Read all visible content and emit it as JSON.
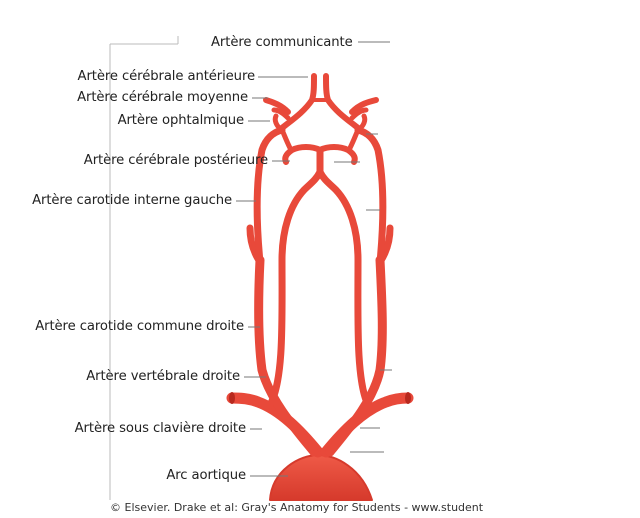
{
  "diagram": {
    "labels": {
      "communicating": "Artère communicante",
      "anterior_cerebral": "Artère cérébrale antérieure",
      "middle_cerebral": "Artère cérébrale moyenne",
      "ophthalmic": "Artère ophtalmique",
      "posterior_cerebral": "Artère cérébrale postérieure",
      "left_internal_carotid": "Artère carotide interne gauche",
      "right_common_carotid": "Artère carotide commune droite",
      "right_vertebral": "Artère vertébrale droite",
      "right_subclavian": "Artère sous clavière droite",
      "aortic_arch": "Arc aortique"
    },
    "credit": "© Elsevier. Drake et al: Gray's Anatomy for Students - www.student",
    "colors": {
      "artery": "#e8493a",
      "artery_dark": "#b8281e",
      "leader": "#777777",
      "text": "#222222"
    }
  }
}
